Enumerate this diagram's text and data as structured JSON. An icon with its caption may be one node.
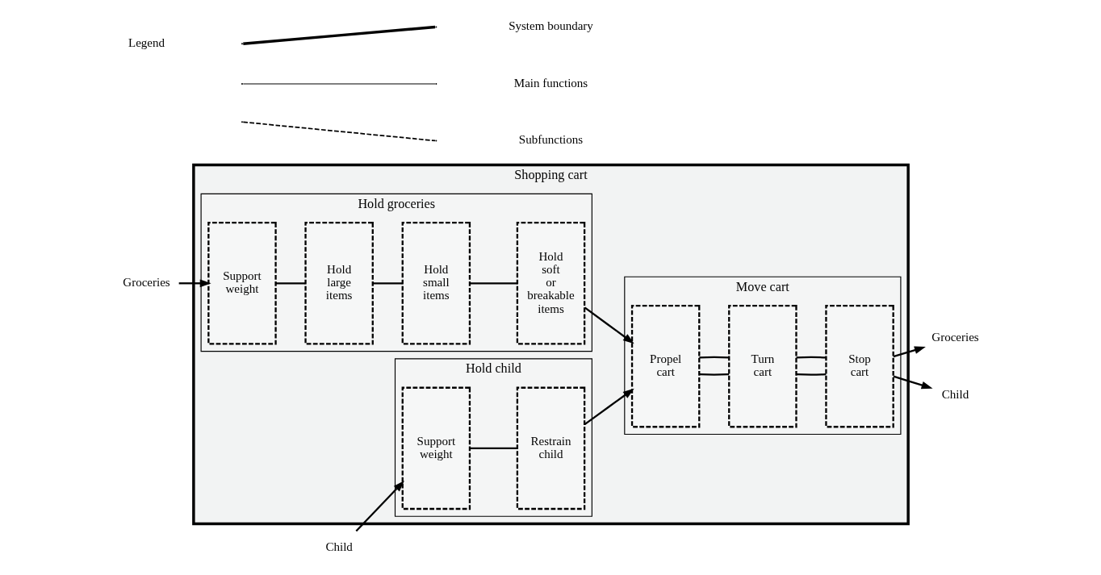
{
  "diagram": {
    "nodes": [
      {
        "text": [
          "Groceries"
        ]
      },
      {
        "text": [
          "Child"
        ]
      },
      {
        "text": [
          "Shopping cart"
        ]
      },
      {
        "text": [
          "Hold groceries"
        ],
        "in": 2
      },
      {
        "text": [
          "Support weight"
        ],
        "in": 3
      },
      {
        "text": [
          "Hold large items"
        ],
        "in": 3
      },
      {
        "text": [
          "Hold small items"
        ],
        "in": 3
      },
      {
        "text": [
          "Hold soft or breakable items"
        ],
        "in": 3
      },
      {
        "text": [
          "Move cart"
        ],
        "in": 2
      },
      {
        "text": [
          "Propel cart"
        ],
        "in": 8
      },
      {
        "text": [
          "Turn cart"
        ],
        "in": 8
      },
      {
        "text": [
          "Stop cart"
        ],
        "in": 8
      },
      {
        "text": [
          "Hold child"
        ],
        "in": 2
      },
      {
        "text": [
          "Support weight"
        ],
        "in": 12
      },
      {
        "text": [
          "Restrain child"
        ],
        "in": 12
      },
      {
        "text": [
          "Groceries"
        ]
      },
      {
        "text": [
          "Child"
        ]
      }
    ],
    "edges": [
      {
        "from": 0,
        "to": 4,
        "arrow": "to"
      },
      {
        "from": 4,
        "to": 5,
        "arrow": "none"
      },
      {
        "from": 5,
        "to": 6,
        "arrow": "none"
      },
      {
        "from": 6,
        "to": 7,
        "arrow": "none"
      },
      {
        "from": 7,
        "to": 9,
        "arrow": "to"
      },
      {
        "from": 1,
        "to": 13,
        "arrow": "to"
      },
      {
        "from": 13,
        "to": 14,
        "arrow": "none"
      },
      {
        "from": 14,
        "to": 9,
        "arrow": "to"
      },
      {
        "from": 9,
        "to": 10,
        "arrow": "none"
      },
      {
        "from": 9,
        "to": 10,
        "arrow": "none"
      },
      {
        "from": 10,
        "to": 11,
        "arrow": "none"
      },
      {
        "from": 10,
        "to": 11,
        "arrow": "none"
      },
      {
        "from": 11,
        "to": 15,
        "arrow": "to"
      },
      {
        "from": 11,
        "to": 16,
        "arrow": "to"
      }
    ],
    "labels": [
      "Legend"
    ],
    "legend": [
      {
        "text": "System boundary"
      },
      {
        "text": "Main functions"
      },
      {
        "text": "Subfunctions"
      }
    ]
  }
}
